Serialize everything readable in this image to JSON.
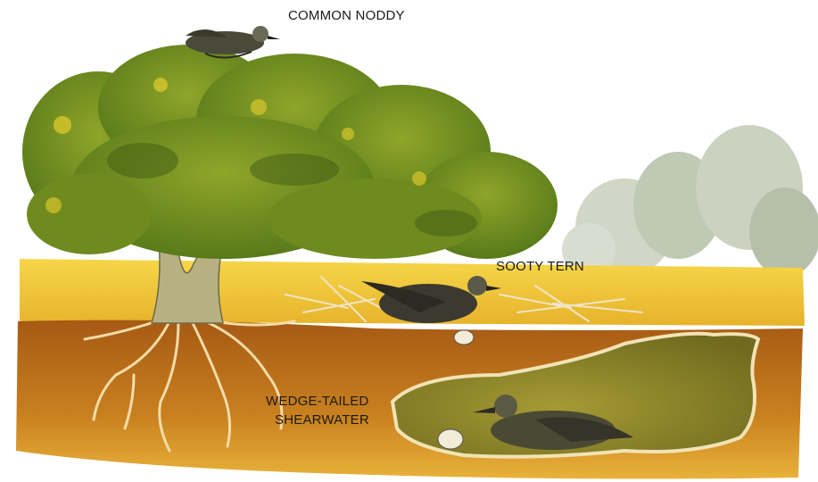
{
  "labels": {
    "common_noddy": "COMMON NODDY",
    "sooty_tern": "SOOTY TERN",
    "wedge_tailed_line1": "WEDGE-TAILED",
    "wedge_tailed_line2": "SHEARWATER"
  },
  "colors": {
    "soil_light": "#e0b04a",
    "soil_dark": "#a65a14",
    "grass_band": "#f1c935",
    "tree_green": "#6f8a1e",
    "tree_dark": "#3f5c14",
    "burrow_green": "#8c8a2a",
    "background_trees": "#b6c0a8"
  }
}
